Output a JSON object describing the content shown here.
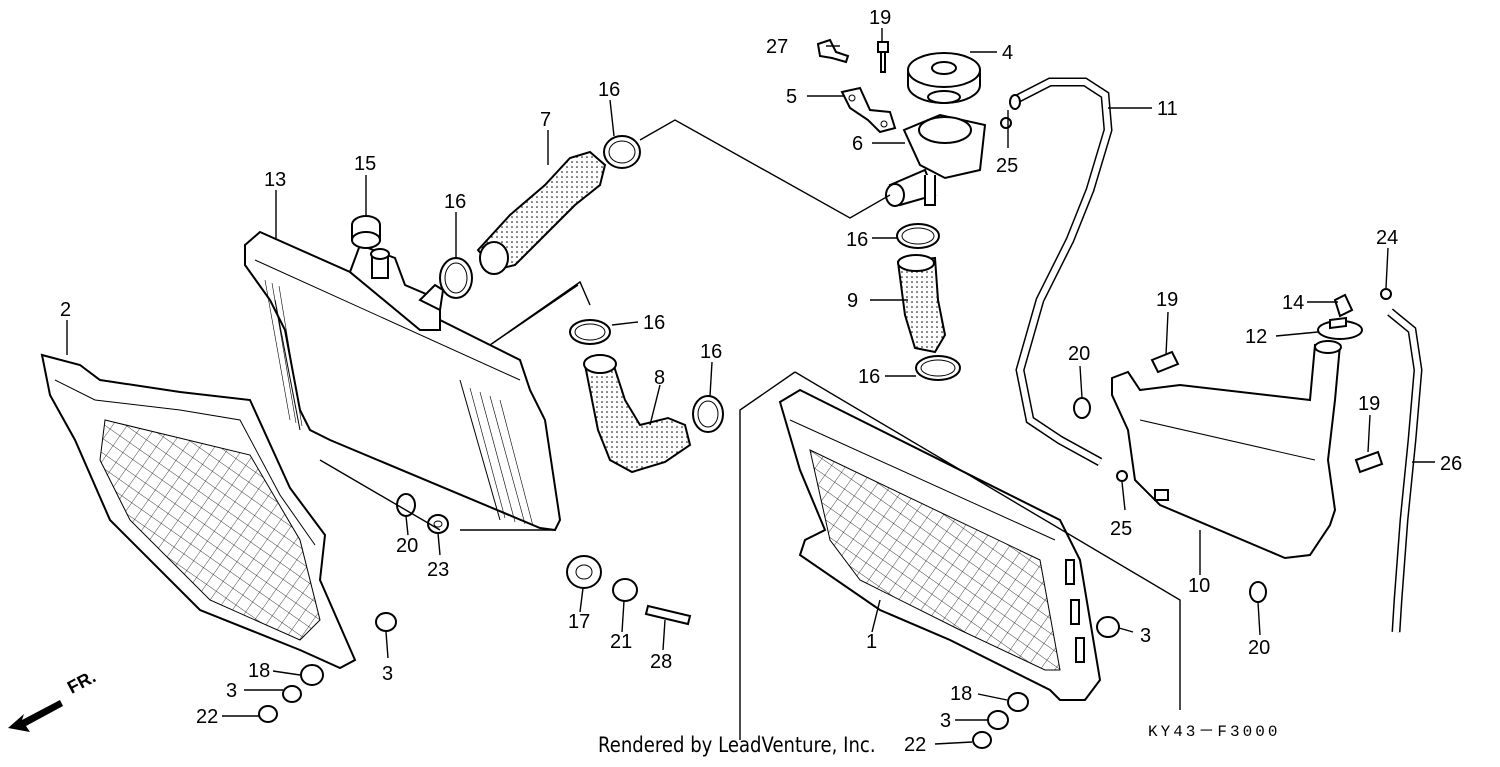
{
  "diagram": {
    "code": "KY43－F3000",
    "credit": "Rendered by LeadVenture, Inc.",
    "direction_label": "FR."
  },
  "callouts": [
    {
      "id": "c1",
      "label": "1"
    },
    {
      "id": "c2",
      "label": "2"
    },
    {
      "id": "c3a",
      "label": "3"
    },
    {
      "id": "c3b",
      "label": "3"
    },
    {
      "id": "c3c",
      "label": "3"
    },
    {
      "id": "c3d",
      "label": "3"
    },
    {
      "id": "c4",
      "label": "4"
    },
    {
      "id": "c5",
      "label": "5"
    },
    {
      "id": "c6",
      "label": "6"
    },
    {
      "id": "c7",
      "label": "7"
    },
    {
      "id": "c8",
      "label": "8"
    },
    {
      "id": "c9",
      "label": "9"
    },
    {
      "id": "c10",
      "label": "10"
    },
    {
      "id": "c11",
      "label": "11"
    },
    {
      "id": "c12",
      "label": "12"
    },
    {
      "id": "c13",
      "label": "13"
    },
    {
      "id": "c14",
      "label": "14"
    },
    {
      "id": "c15",
      "label": "15"
    },
    {
      "id": "c16a",
      "label": "16"
    },
    {
      "id": "c16b",
      "label": "16"
    },
    {
      "id": "c16c",
      "label": "16"
    },
    {
      "id": "c16d",
      "label": "16"
    },
    {
      "id": "c16e",
      "label": "16"
    },
    {
      "id": "c16f",
      "label": "16"
    },
    {
      "id": "c17",
      "label": "17"
    },
    {
      "id": "c18a",
      "label": "18"
    },
    {
      "id": "c18b",
      "label": "18"
    },
    {
      "id": "c19a",
      "label": "19"
    },
    {
      "id": "c19b",
      "label": "19"
    },
    {
      "id": "c19c",
      "label": "19"
    },
    {
      "id": "c20a",
      "label": "20"
    },
    {
      "id": "c20b",
      "label": "20"
    },
    {
      "id": "c20c",
      "label": "20"
    },
    {
      "id": "c21",
      "label": "21"
    },
    {
      "id": "c22a",
      "label": "22"
    },
    {
      "id": "c22b",
      "label": "22"
    },
    {
      "id": "c23",
      "label": "23"
    },
    {
      "id": "c24",
      "label": "24"
    },
    {
      "id": "c25a",
      "label": "25"
    },
    {
      "id": "c25b",
      "label": "25"
    },
    {
      "id": "c26",
      "label": "26"
    },
    {
      "id": "c27",
      "label": "27"
    },
    {
      "id": "c28",
      "label": "28"
    }
  ]
}
